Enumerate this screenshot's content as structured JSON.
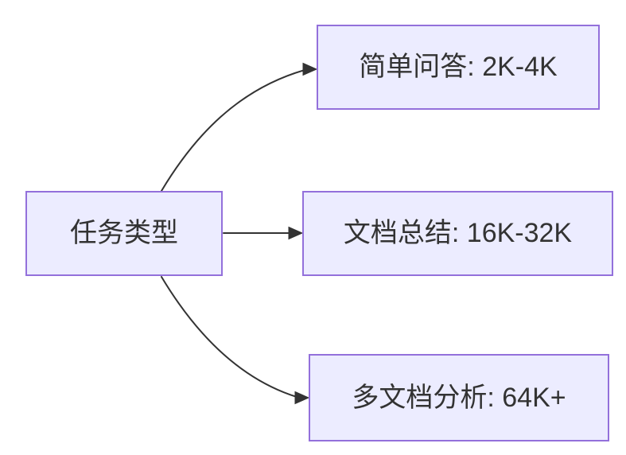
{
  "diagram": {
    "type": "flowchart-left-right",
    "root": {
      "label": "任务类型"
    },
    "branches": [
      {
        "label": "简单问答: 2K-4K"
      },
      {
        "label": "文档总结: 16K-32K"
      },
      {
        "label": "多文档分析: 64K+"
      }
    ],
    "edges": [
      {
        "from": "任务类型",
        "to": "简单问答: 2K-4K"
      },
      {
        "from": "任务类型",
        "to": "文档总结: 16K-32K"
      },
      {
        "from": "任务类型",
        "to": "多文档分析: 64K+"
      }
    ]
  },
  "colors": {
    "node-fill": "#ECECFF",
    "node-border": "#9370DB",
    "edge": "#333333",
    "text": "#333333",
    "background": "#FFFFFF"
  }
}
